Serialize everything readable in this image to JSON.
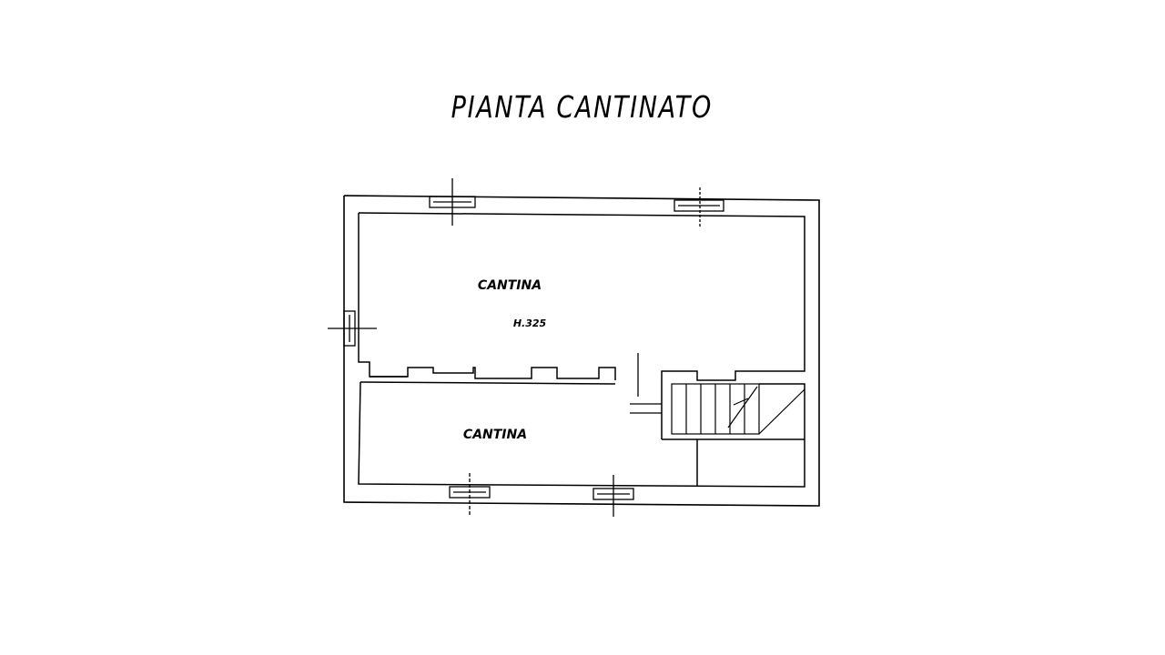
{
  "title": "PIANTA CANTINATO",
  "rooms": [
    {
      "label": "CANTINA",
      "note": "H.325"
    },
    {
      "label": "CANTINA"
    }
  ],
  "colors": {
    "background": "#ffffff",
    "line": "#000000"
  }
}
